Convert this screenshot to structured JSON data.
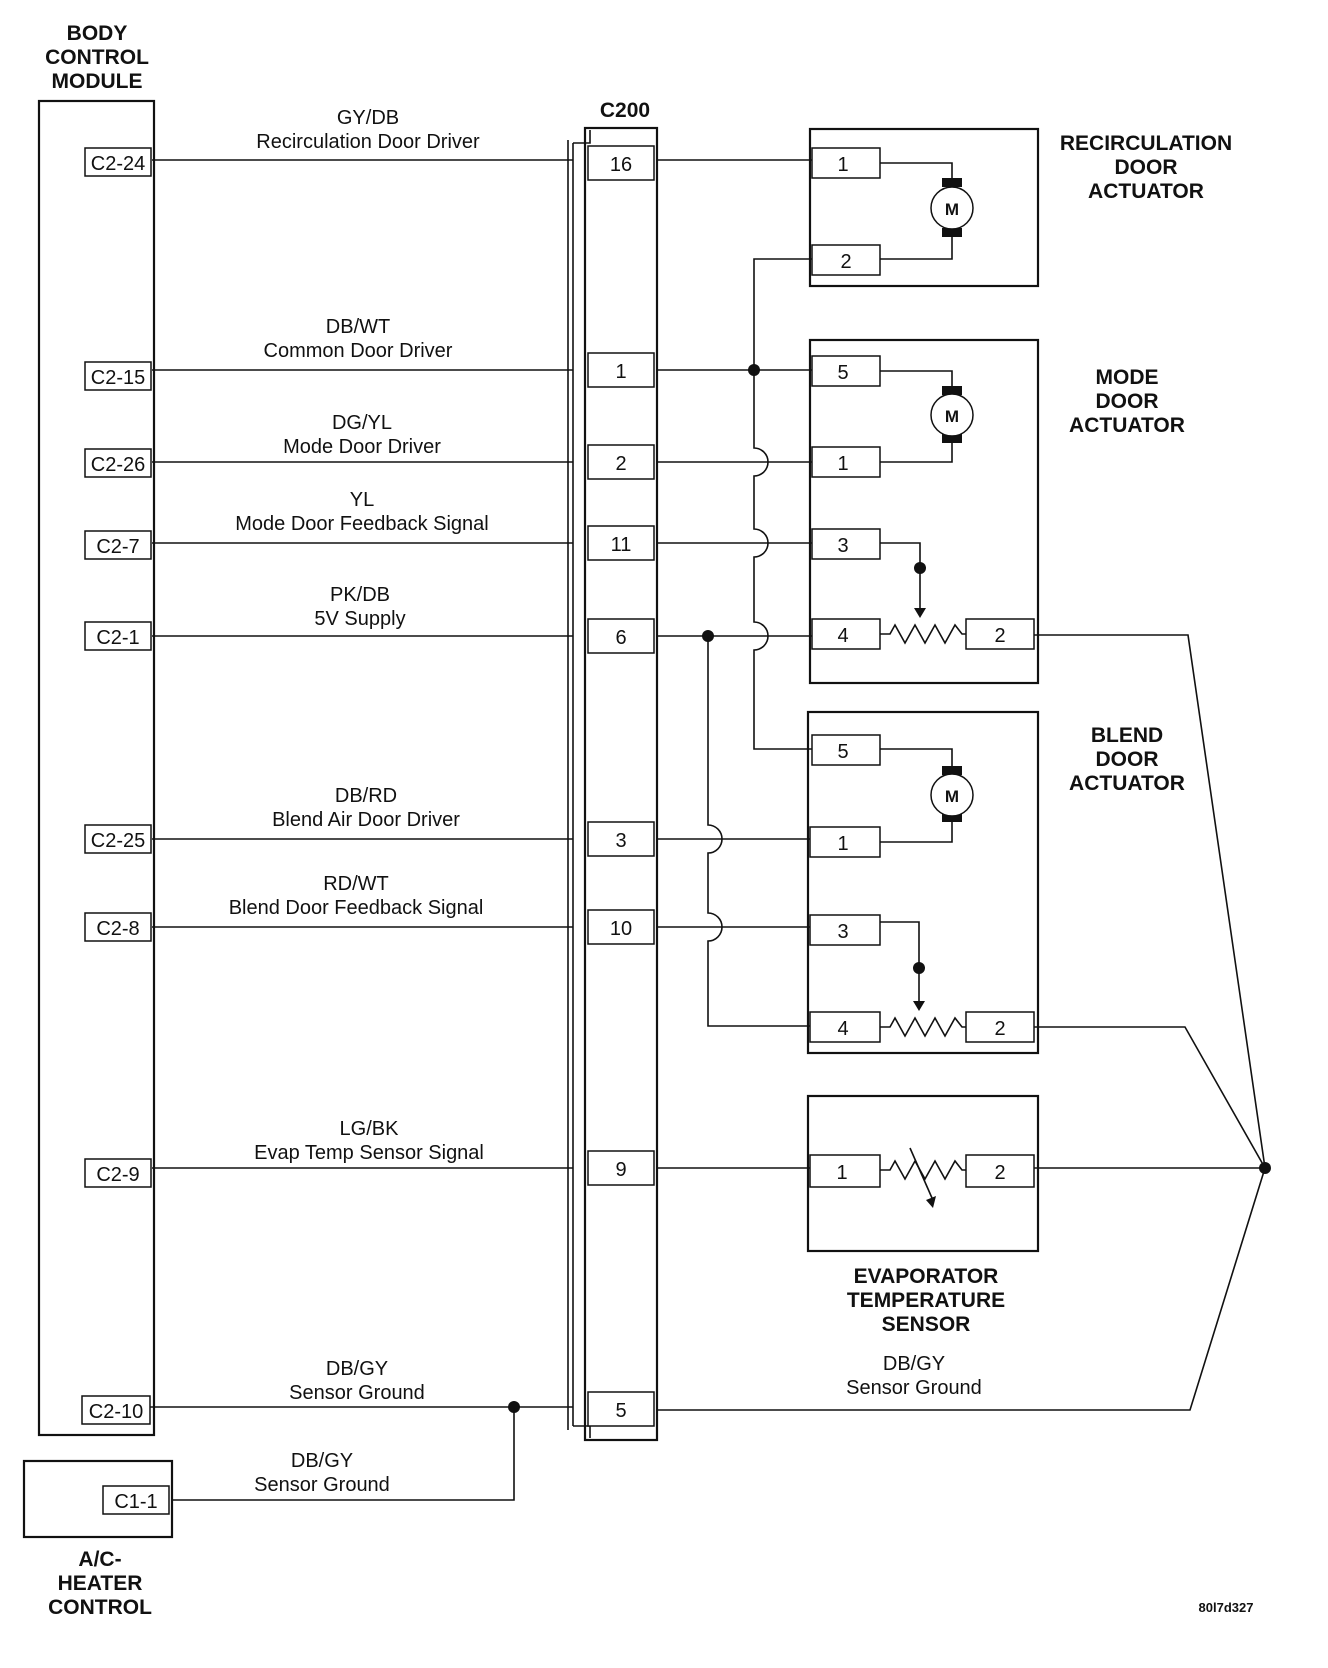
{
  "module": {
    "title_lines": [
      "BODY",
      "CONTROL",
      "MODULE"
    ],
    "wires": [
      {
        "pin": "C2-24",
        "color": "GY/DB",
        "desc": "Recirculation Door Driver",
        "c200": "16"
      },
      {
        "pin": "C2-15",
        "color": "DB/WT",
        "desc": "Common Door Driver",
        "c200": "1"
      },
      {
        "pin": "C2-26",
        "color": "DG/YL",
        "desc": "Mode Door Driver",
        "c200": "2"
      },
      {
        "pin": "C2-7",
        "color": "YL",
        "desc": "Mode Door Feedback Signal",
        "c200": "11"
      },
      {
        "pin": "C2-1",
        "color": "PK/DB",
        "desc": "5V Supply",
        "c200": "6"
      },
      {
        "pin": "C2-25",
        "color": "DB/RD",
        "desc": "Blend Air Door Driver",
        "c200": "3"
      },
      {
        "pin": "C2-8",
        "color": "RD/WT",
        "desc": "Blend Door Feedback Signal",
        "c200": "10"
      },
      {
        "pin": "C2-9",
        "color": "LG/BK",
        "desc": "Evap Temp Sensor Signal",
        "c200": "9"
      },
      {
        "pin": "C2-10",
        "color": "DB/GY",
        "desc": "Sensor Ground",
        "c200": "5"
      }
    ]
  },
  "connector": {
    "label": "C200"
  },
  "hvac_control": {
    "title_lines": [
      "A/C-",
      "HEATER",
      "CONTROL"
    ],
    "pin": "C1-1",
    "color": "DB/GY",
    "desc": "Sensor Ground"
  },
  "right_ground": {
    "color": "DB/GY",
    "desc": "Sensor Ground"
  },
  "recirc_actuator": {
    "title_lines": [
      "RECIRCULATION",
      "DOOR",
      "ACTUATOR"
    ],
    "pins": [
      "1",
      "2"
    ],
    "motor": "M"
  },
  "mode_actuator": {
    "title_lines": [
      "MODE",
      "DOOR",
      "ACTUATOR"
    ],
    "pins": [
      "5",
      "1",
      "3",
      "4",
      "2"
    ],
    "motor": "M"
  },
  "blend_actuator": {
    "title_lines": [
      "BLEND",
      "DOOR",
      "ACTUATOR"
    ],
    "pins": [
      "5",
      "1",
      "3",
      "4",
      "2"
    ],
    "motor": "M"
  },
  "evap_sensor": {
    "title_lines": [
      "EVAPORATOR",
      "TEMPERATURE",
      "SENSOR"
    ],
    "pins": [
      "1",
      "2"
    ]
  },
  "figure_code": "80l7d327"
}
